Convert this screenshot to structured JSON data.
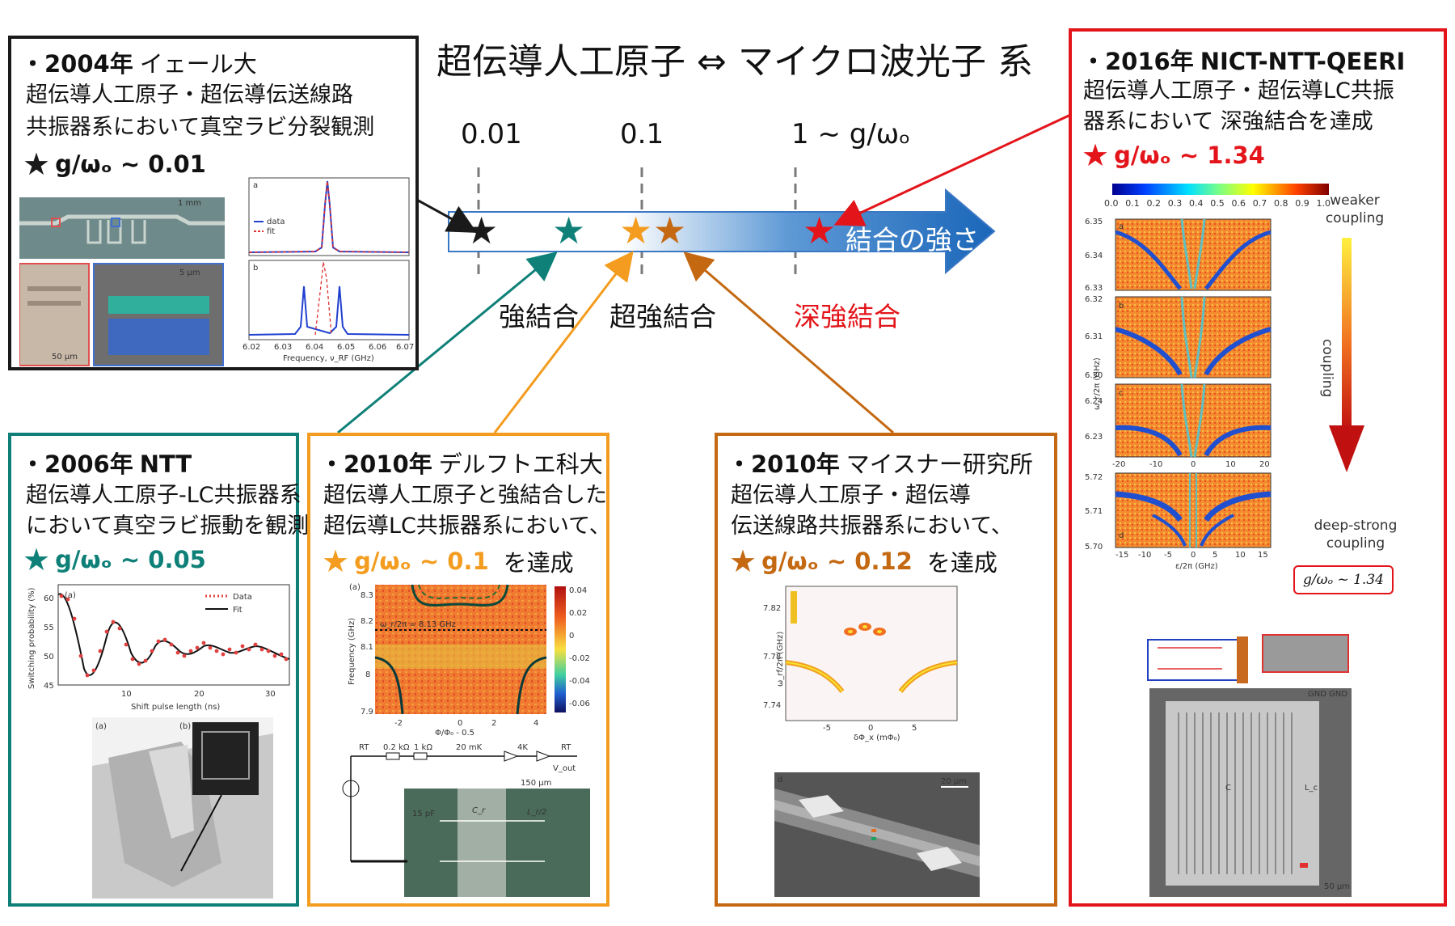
{
  "title": "超伝導人工原子 ⇔ マイクロ波光子 系",
  "scale": {
    "ticks": [
      "0.01",
      "0.1",
      "1 ~ g/ωₒ"
    ],
    "arrow_label": "結合の強さ",
    "regimes": {
      "strong": "強結合",
      "ultrastrong": "超強結合",
      "deepstrong": "深強結合"
    }
  },
  "colors": {
    "black": "#1a1a1a",
    "teal": "#0e8078",
    "orange": "#f39c1f",
    "brown": "#c46912",
    "red": "#e3151b",
    "arrow_blue": "#1f6fc0"
  },
  "boxes": {
    "yale": {
      "header": "・2004年",
      "institution": "イェール大",
      "lines": [
        "超伝導人工原子・超伝導伝送線路",
        "共振器系において真空ラビ分裂観測"
      ],
      "ratio": "g/ωₒ ~ 0.01",
      "fig_legend": [
        "data",
        "fit"
      ],
      "fig_xlabel": "Frequency, ν_RF (GHz)",
      "fig_xticks": [
        "6.02",
        "6.03",
        "6.04",
        "6.05",
        "6.06",
        "6.07"
      ],
      "fig_panels": [
        "a",
        "b"
      ],
      "scalebar_1": "1 mm",
      "scalebar_2": "5 μm",
      "scalebar_3": "50 μm"
    },
    "ntt2006": {
      "header": "・2006年",
      "institution": "NTT",
      "lines": [
        "超伝導人工原子-LC共振器系",
        "において真空ラビ振動を観測"
      ],
      "ratio": "g/ωₒ ~ 0.05",
      "fig_legend": [
        "Data",
        "Fit"
      ],
      "fig_xlabel": "Shift pulse length (ns)",
      "fig_ylabel": "Switching probability (%)",
      "fig_xticks": [
        "10",
        "20",
        "30"
      ],
      "fig_yticks": [
        "60",
        "55",
        "50",
        "45"
      ],
      "fig_panel": "(a)",
      "photo_labels": [
        "(a)",
        "(b)"
      ]
    },
    "delft": {
      "header": "・2010年",
      "institution": "デルフトエ科大",
      "lines": [
        "超伝導人工原子と強結合した",
        "超伝導LC共振器系において、"
      ],
      "ratio": "g/ωₒ ~ 0.1",
      "achieve": "を達成",
      "fig_ylabel": "Frequency (GHz)",
      "fig_yticks": [
        "8.3",
        "8.2",
        "8.1",
        "8",
        "7.9"
      ],
      "fig_xticks": [
        "-2",
        "0",
        "2",
        "4"
      ],
      "fig_xlabel": "Φ/Φ₀ - 0.5",
      "fig_cbar": [
        "0.04",
        "0.02",
        "0",
        "-0.02",
        "-0.04",
        "-0.06"
      ],
      "fig_annot": "ω_r/2π = 8.13 GHz",
      "fig_panel": "(a)",
      "circuit_labels": [
        "RT",
        "0.2 kΩ",
        "1 kΩ",
        "20 mK",
        "4K",
        "RT",
        "V_out",
        "150 μm",
        "15 pF",
        "C_r",
        "L_r/2"
      ]
    },
    "wmi": {
      "header": "・2010年",
      "institution": "マイスナー研究所",
      "lines": [
        "超伝導人工原子・超伝導",
        "伝送線路共振器系において、"
      ],
      "ratio": "g/ωₒ ~ 0.12",
      "achieve": "を達成",
      "fig_yticks": [
        "7.82",
        "7.78",
        "7.74"
      ],
      "fig_xticks": [
        "-5",
        "0",
        "5"
      ],
      "fig_ylabel": "ω_rf/2π (GHz)",
      "fig_xlabel": "δΦ_x (mΦ₀)",
      "fig_panel": "d",
      "scalebar": "20 μm"
    },
    "nict": {
      "header": "・2016年",
      "institution": "NICT-NTT-QEERI",
      "lines": [
        "超伝導人工原子・超伝導LC共振",
        "器系において 深強結合を達成"
      ],
      "ratio": "g/ωₒ ~ 1.34",
      "cbar_ticks": [
        "0.0",
        "0.1",
        "0.2",
        "0.3",
        "0.4",
        "0.5",
        "0.6",
        "0.7",
        "0.8",
        "0.9",
        "1.0"
      ],
      "weaker": "weaker coupling",
      "coupling": "coupling",
      "deep": "deep-strong coupling",
      "boxed": "g/ωₒ ~ 1.34",
      "panels": [
        {
          "id": "a",
          "yticks": [
            "6.35",
            "6.34",
            "6.33"
          ]
        },
        {
          "id": "b",
          "yticks": [
            "6.32",
            "6.31",
            "6.30"
          ]
        },
        {
          "id": "c",
          "yticks": [
            "6.24",
            "6.23"
          ]
        },
        {
          "id": "d",
          "yticks": [
            "5.72",
            "5.71",
            "5.70"
          ]
        }
      ],
      "xticks_c": [
        "-20",
        "-10",
        "0",
        "10",
        "20"
      ],
      "xticks_d": [
        "-15",
        "-10",
        "-5",
        "0",
        "5",
        "10",
        "15"
      ],
      "xlabel": "ε/2π (GHz)",
      "ylabel": "ω_r/2π (GHz)",
      "chip_labels": [
        "GND",
        "GND",
        "C",
        "L_c",
        "50 μm"
      ]
    }
  }
}
